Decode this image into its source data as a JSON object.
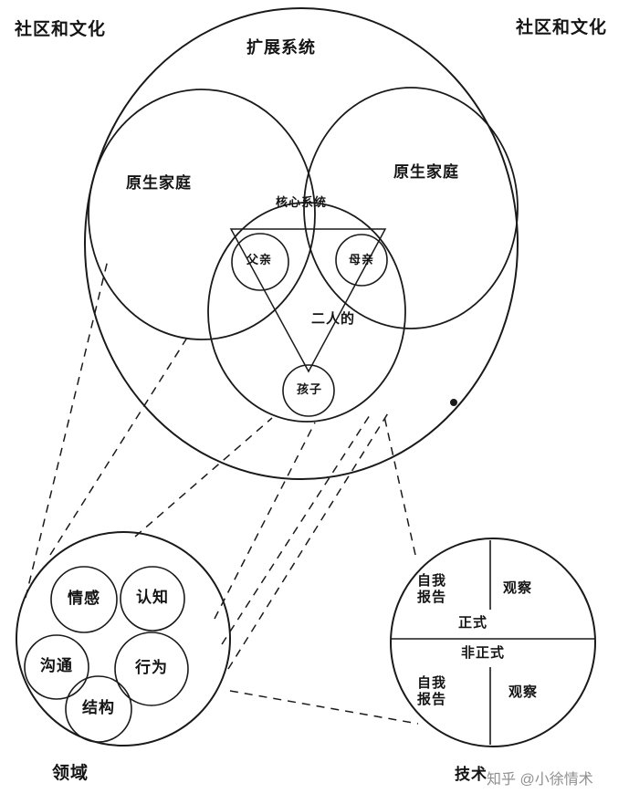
{
  "header": {
    "community_left": "社区和文化",
    "community_right": "社区和文化"
  },
  "system": {
    "extended": "扩展系统",
    "origin_left": "原生家庭",
    "origin_right": "原生家庭",
    "core": "核心系统",
    "father": "父亲",
    "mother": "母亲",
    "dyad": "二人的",
    "child": "孩子"
  },
  "domains": {
    "emotion": "情感",
    "cognition": "认知",
    "communication": "沟通",
    "behavior": "行为",
    "structure": "结构",
    "label": "领域"
  },
  "techniques": {
    "self_report_top": "自我\n报告",
    "observation_top": "观察",
    "formal": "正式",
    "informal": "非正式",
    "self_report_bottom": "自我\n报告",
    "observation_bottom": "观察",
    "label": "技术"
  },
  "watermark": "知乎 @小徐情术",
  "colors": {
    "ink": "#1a1a1a",
    "watermark": "#8f8f8f",
    "background": "#ffffff"
  }
}
